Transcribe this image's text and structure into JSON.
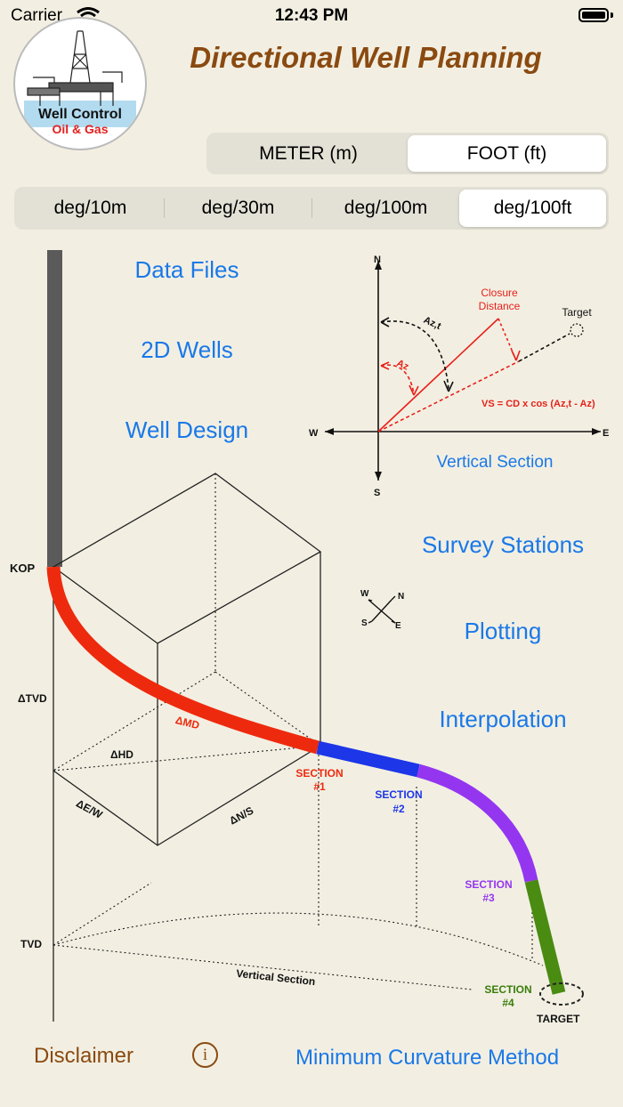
{
  "status_bar": {
    "carrier": "Carrier",
    "time": "12:43 PM"
  },
  "logo": {
    "line1": "Well Control",
    "line2": "Oil & Gas"
  },
  "header": {
    "title": "Directional Well Planning"
  },
  "units": {
    "options": [
      "METER (m)",
      "FOOT (ft)"
    ],
    "selected": "FOOT (ft)"
  },
  "dogleg": {
    "options": [
      "deg/10m",
      "deg/30m",
      "deg/100m",
      "deg/100ft"
    ],
    "selected": "deg/100ft"
  },
  "menu": {
    "data_files": "Data Files",
    "wells_2d": "2D Wells",
    "well_design": "Well Design",
    "survey_stations": "Survey Stations",
    "plotting": "Plotting",
    "interpolation": "Interpolation"
  },
  "compass": {
    "n": "N",
    "s": "S",
    "e": "E",
    "w": "W",
    "azt": "Az,t",
    "az": "Az",
    "closure_line1": "Closure",
    "closure_line2": "Distance",
    "target": "Target",
    "vs_formula": "VS = CD x cos (Az,t - Az)",
    "caption": "Vertical Section"
  },
  "diagram": {
    "kop": "KOP",
    "dtvd": "ΔTVD",
    "dmd": "ΔMD",
    "dhd": "ΔHD",
    "dew": "ΔE/W",
    "dns": "ΔN/S",
    "tvd": "TVD",
    "vertical_section": "Vertical Section",
    "target": "TARGET",
    "section": "SECTION",
    "s1": "#1",
    "s2": "#2",
    "s3": "#3",
    "s4": "#4",
    "rose": {
      "n": "N",
      "s": "S",
      "e": "E",
      "w": "W"
    }
  },
  "footer": {
    "disclaimer": "Disclaimer",
    "info": "i",
    "method": "Minimum Curvature Method"
  },
  "colors": {
    "title": "#8a4a10",
    "link": "#1a78e8",
    "section1": "#ee2a0e",
    "section2": "#1d36e8",
    "section3": "#9436f0",
    "section4": "#4a8b12",
    "casing": "#5a5a5a"
  }
}
